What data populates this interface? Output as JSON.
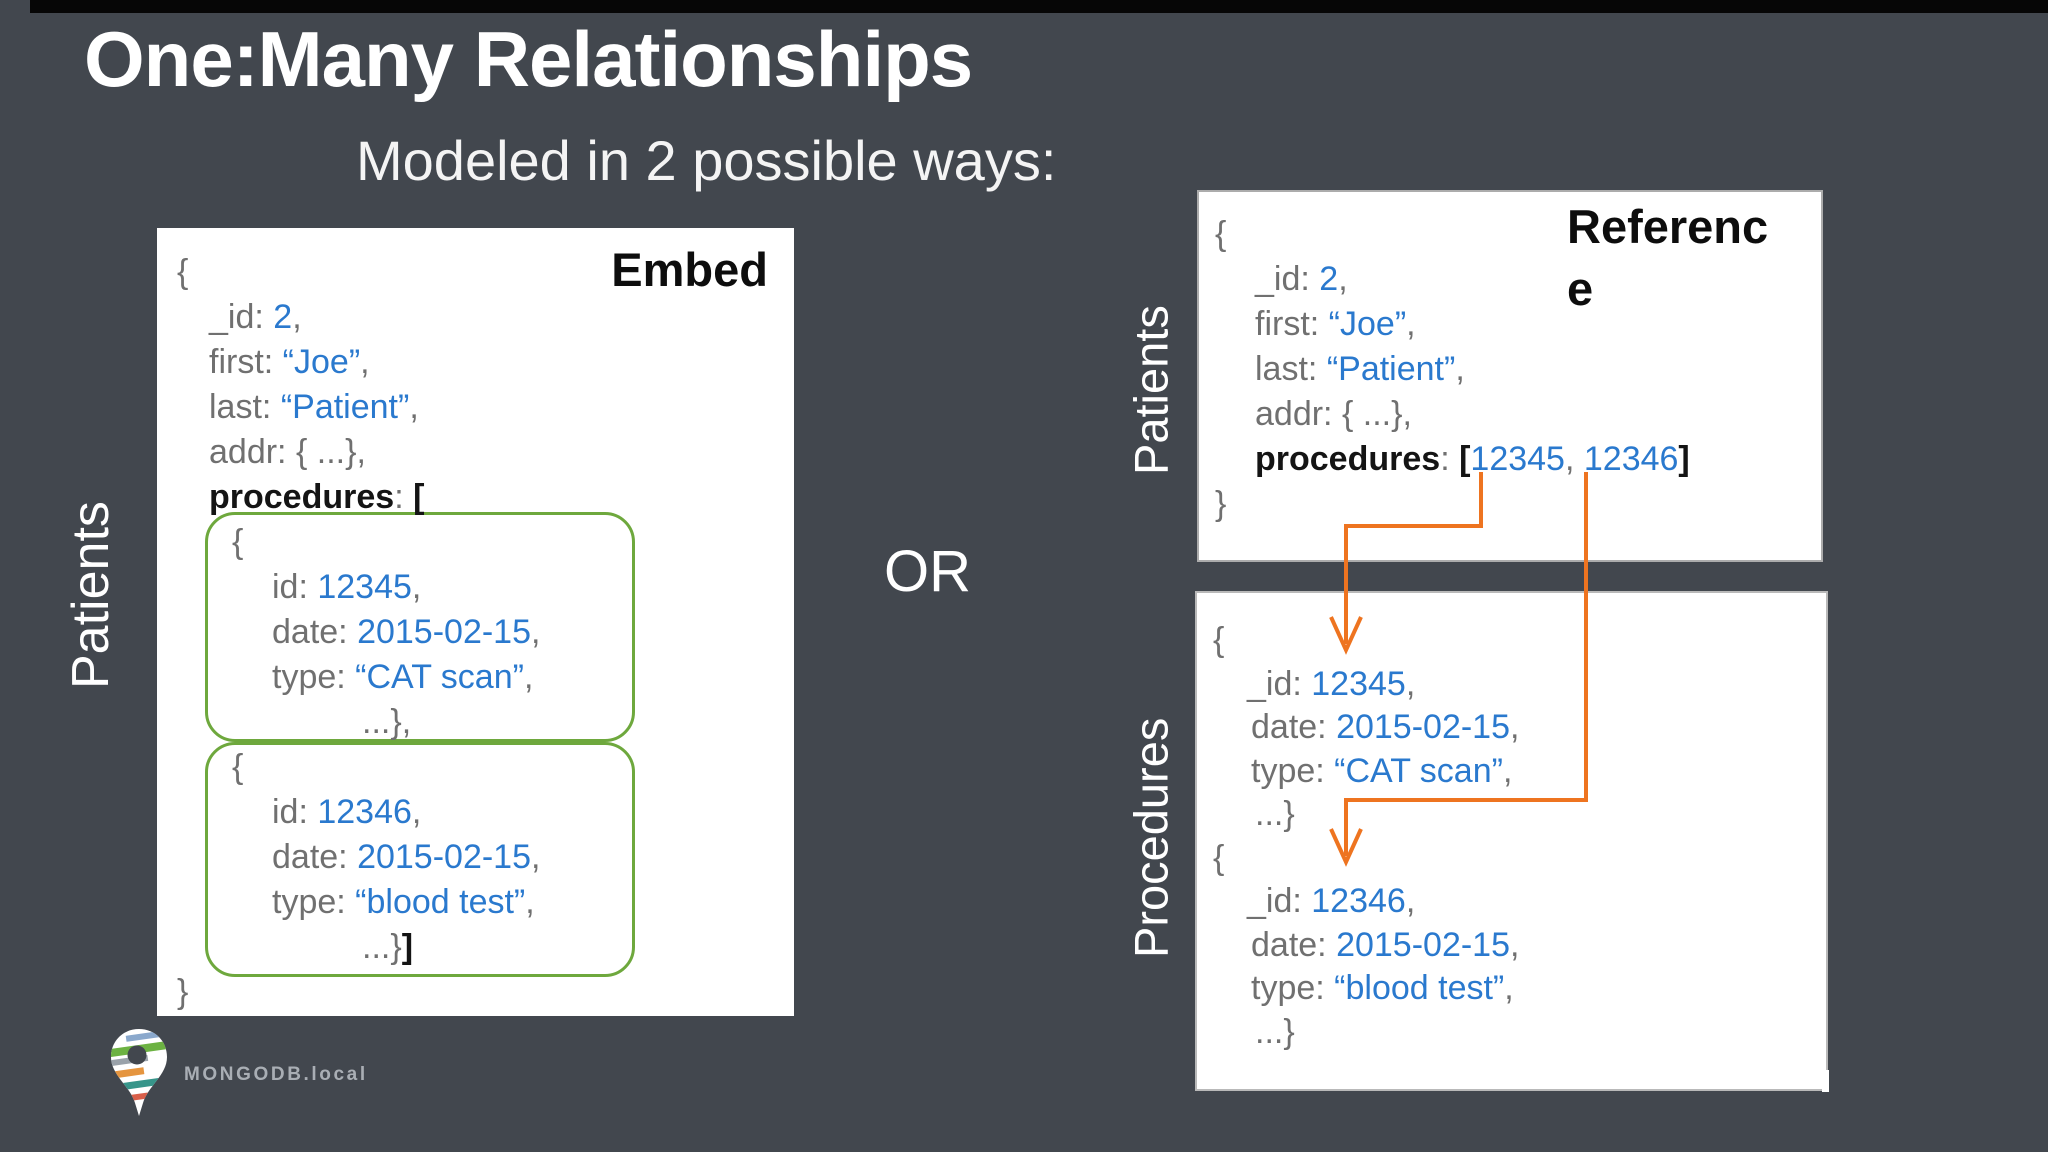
{
  "slide": {
    "title": "One:Many Relationships",
    "subtitle": "Modeled in 2 possible ways:",
    "or_label": "OR",
    "colors": {
      "background": "#42474E",
      "key_gray": "#707070",
      "value_blue": "#2A79CE",
      "embed_outline_green": "#6EA83D",
      "reference_arrow_orange": "#EE7420",
      "panel_border_gray": "#ACACAC"
    }
  },
  "embed_panel": {
    "heading": "Embed",
    "collection_label": "Patients",
    "lines": [
      {
        "ind": 20,
        "seg": [
          {
            "t": "{",
            "s": "k"
          }
        ]
      },
      {
        "ind": 52,
        "seg": [
          {
            "t": "_id: ",
            "s": "k"
          },
          {
            "t": "2",
            "s": "v"
          },
          {
            "t": ",",
            "s": "k"
          }
        ]
      },
      {
        "ind": 52,
        "seg": [
          {
            "t": "first: ",
            "s": "k"
          },
          {
            "t": "“Joe”",
            "s": "v"
          },
          {
            "t": ",",
            "s": "k"
          }
        ]
      },
      {
        "ind": 52,
        "seg": [
          {
            "t": "last: ",
            "s": "k"
          },
          {
            "t": "“Patient”",
            "s": "v"
          },
          {
            "t": ",",
            "s": "k"
          }
        ]
      },
      {
        "ind": 52,
        "seg": [
          {
            "t": "addr: { ...},",
            "s": "k"
          }
        ]
      },
      {
        "ind": 52,
        "seg": [
          {
            "t": "procedures",
            "s": "b"
          },
          {
            "t": ": ",
            "s": "k"
          },
          {
            "t": "[",
            "s": "b"
          }
        ]
      },
      {
        "ind": 75,
        "seg": [
          {
            "t": "{",
            "s": "k"
          }
        ]
      },
      {
        "ind": 115,
        "seg": [
          {
            "t": "id: ",
            "s": "k"
          },
          {
            "t": "12345",
            "s": "v"
          },
          {
            "t": ",",
            "s": "k"
          }
        ]
      },
      {
        "ind": 115,
        "seg": [
          {
            "t": "date: ",
            "s": "k"
          },
          {
            "t": "2015-02-15",
            "s": "v"
          },
          {
            "t": ",",
            "s": "k"
          }
        ]
      },
      {
        "ind": 115,
        "seg": [
          {
            "t": "type: ",
            "s": "k"
          },
          {
            "t": "“CAT scan”",
            "s": "v"
          },
          {
            "t": ",",
            "s": "k"
          }
        ]
      },
      {
        "ind": 205,
        "seg": [
          {
            "t": "...},",
            "s": "k"
          }
        ]
      },
      {
        "ind": 75,
        "seg": [
          {
            "t": "{",
            "s": "k"
          }
        ]
      },
      {
        "ind": 115,
        "seg": [
          {
            "t": "id: ",
            "s": "k"
          },
          {
            "t": "12346",
            "s": "v"
          },
          {
            "t": ",",
            "s": "k"
          }
        ]
      },
      {
        "ind": 115,
        "seg": [
          {
            "t": "date: ",
            "s": "k"
          },
          {
            "t": "2015-02-15",
            "s": "v"
          },
          {
            "t": ",",
            "s": "k"
          }
        ]
      },
      {
        "ind": 115,
        "seg": [
          {
            "t": "type: ",
            "s": "k"
          },
          {
            "t": "“blood test”",
            "s": "v"
          },
          {
            "t": ",",
            "s": "k"
          }
        ]
      },
      {
        "ind": 205,
        "seg": [
          {
            "t": "...}",
            "s": "k"
          },
          {
            "t": "]",
            "s": "b"
          }
        ]
      },
      {
        "ind": 20,
        "seg": [
          {
            "t": "}",
            "s": "k"
          }
        ]
      }
    ]
  },
  "reference_panel": {
    "heading_lines": [
      "Referenc",
      "e"
    ],
    "collection_label": "Patients",
    "lines": [
      {
        "ind": 16,
        "seg": [
          {
            "t": "{",
            "s": "k"
          }
        ]
      },
      {
        "ind": 56,
        "seg": [
          {
            "t": "_id: ",
            "s": "k"
          },
          {
            "t": "2",
            "s": "v"
          },
          {
            "t": ",",
            "s": "k"
          }
        ]
      },
      {
        "ind": 56,
        "seg": [
          {
            "t": "first: ",
            "s": "k"
          },
          {
            "t": "“Joe”",
            "s": "v"
          },
          {
            "t": ",",
            "s": "k"
          }
        ]
      },
      {
        "ind": 56,
        "seg": [
          {
            "t": "last: ",
            "s": "k"
          },
          {
            "t": "“Patient”",
            "s": "v"
          },
          {
            "t": ",",
            "s": "k"
          }
        ]
      },
      {
        "ind": 56,
        "seg": [
          {
            "t": "addr: { ...},",
            "s": "k"
          }
        ]
      },
      {
        "ind": 56,
        "seg": [
          {
            "t": "procedures",
            "s": "b"
          },
          {
            "t": ": ",
            "s": "k"
          },
          {
            "t": "[",
            "s": "b"
          },
          {
            "t": "12345",
            "s": "v"
          },
          {
            "t": ", ",
            "s": "k"
          },
          {
            "t": "12346",
            "s": "v"
          },
          {
            "t": "]",
            "s": "b"
          }
        ]
      },
      {
        "ind": 16,
        "seg": [
          {
            "t": "}",
            "s": "k"
          }
        ]
      }
    ]
  },
  "procedures_panel": {
    "collection_label": "Procedures",
    "lines": [
      {
        "ind": 16,
        "seg": [
          {
            "t": "{",
            "s": "k"
          }
        ]
      },
      {
        "ind": 50,
        "seg": [
          {
            "t": "_id: ",
            "s": "k"
          },
          {
            "t": "12345",
            "s": "v"
          },
          {
            "t": ",",
            "s": "k"
          }
        ]
      },
      {
        "ind": 54,
        "seg": [
          {
            "t": "date: ",
            "s": "k"
          },
          {
            "t": "2015-02-15",
            "s": "v"
          },
          {
            "t": ",",
            "s": "k"
          }
        ]
      },
      {
        "ind": 54,
        "seg": [
          {
            "t": "type: ",
            "s": "k"
          },
          {
            "t": "“CAT scan”",
            "s": "v"
          },
          {
            "t": ",",
            "s": "k"
          }
        ]
      },
      {
        "ind": 58,
        "seg": [
          {
            "t": "...}",
            "s": "k"
          }
        ]
      },
      {
        "ind": 16,
        "seg": [
          {
            "t": "{",
            "s": "k"
          }
        ]
      },
      {
        "ind": 50,
        "seg": [
          {
            "t": "_id: ",
            "s": "k"
          },
          {
            "t": "12346",
            "s": "v"
          },
          {
            "t": ",",
            "s": "k"
          }
        ]
      },
      {
        "ind": 54,
        "seg": [
          {
            "t": "date: ",
            "s": "k"
          },
          {
            "t": "2015-02-15",
            "s": "v"
          },
          {
            "t": ",",
            "s": "k"
          }
        ]
      },
      {
        "ind": 54,
        "seg": [
          {
            "t": "type: ",
            "s": "k"
          },
          {
            "t": "“blood test”",
            "s": "v"
          },
          {
            "t": ",",
            "s": "k"
          }
        ]
      },
      {
        "ind": 58,
        "seg": [
          {
            "t": "...}",
            "s": "k"
          }
        ]
      }
    ]
  },
  "logo": {
    "text": "MONGODB.local"
  }
}
